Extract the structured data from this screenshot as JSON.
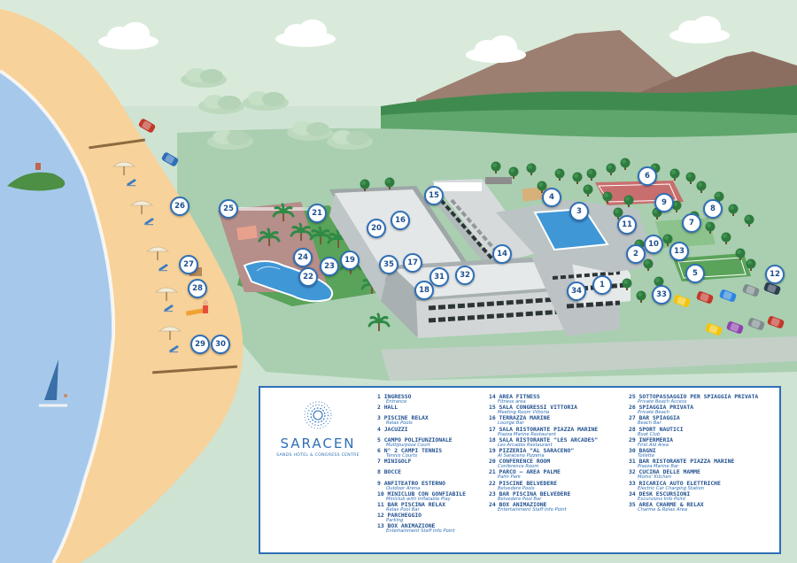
{
  "brand": {
    "name": "SARACEN",
    "subtitle": "SANDS HOTEL & CONGRESS CENTRE"
  },
  "colors": {
    "sea": "#a6c9eb",
    "sand": "#f7d29a",
    "grass": "#a9cfb0",
    "accent": "#2e6fb7",
    "mountain": "#9c7f70"
  },
  "pins": [
    "1",
    "2",
    "3",
    "4",
    "5",
    "6",
    "7",
    "8",
    "9",
    "10",
    "11",
    "12",
    "13",
    "14",
    "15",
    "16",
    "17",
    "18",
    "19",
    "20",
    "21",
    "22",
    "23",
    "24",
    "25",
    "26",
    "27",
    "28",
    "29",
    "30",
    "31",
    "32",
    "33",
    "34",
    "35"
  ],
  "legend": [
    [
      {
        "name": "1 INGRESSO",
        "sub": "Entrance"
      },
      {
        "name": "2 HALL",
        "sub": ""
      },
      {
        "name": "3 PISCINE RELAX",
        "sub": "Relax Pools"
      },
      {
        "name": "4 JACUZZI",
        "sub": ""
      },
      {
        "name": "5 CAMPO POLIFUNZIONALE",
        "sub": "Multipurpose Court"
      },
      {
        "name": "6 N° 2 CAMPI TENNIS",
        "sub": "Tennis Courts"
      },
      {
        "name": "7 MINIGOLF",
        "sub": ""
      },
      {
        "name": "8 BOCCE",
        "sub": ""
      },
      {
        "name": "9 ANFITEATRO ESTERNO",
        "sub": "Outdoor Arena"
      },
      {
        "name": "10 MINICLUB CON GONFIABILE",
        "sub": "Miniclub with Inflatable Play"
      },
      {
        "name": "11 BAR PISCINA RELAX",
        "sub": "Relax Pool Bar"
      },
      {
        "name": "12 PARCHEGGIO",
        "sub": "Parking"
      },
      {
        "name": "13 BOX ANIMAZIONE",
        "sub": "Entertainment Staff Info Point"
      }
    ],
    [
      {
        "name": "14 AREA FITNESS",
        "sub": "Fitness area"
      },
      {
        "name": "15 SALA CONGRESSI VITTORIA",
        "sub": "Meeting Room Vittoria"
      },
      {
        "name": "16 TERRAZZA MARINE",
        "sub": "Lounge Bar"
      },
      {
        "name": "17 SALA RISTORANTE PIAZZA MARINE",
        "sub": "Piazza Marine Restaurant"
      },
      {
        "name": "18 SALA RISTORANTE \"LES ARCADES\"",
        "sub": "Les Arcades Restaurant"
      },
      {
        "name": "19 PIZZERIA \"AL SARACENO\"",
        "sub": "Al Saraceno Pizzeria"
      },
      {
        "name": "20 CONFERENCE ROOM",
        "sub": "Conference Room"
      },
      {
        "name": "21 PARCO – AREA PALME",
        "sub": "Palm Park"
      },
      {
        "name": "22 PISCINE BELVEDERE",
        "sub": "Belvedere Pools"
      },
      {
        "name": "23 BAR PISCINA BELVEDERE",
        "sub": "Belvedere Pool Bar"
      },
      {
        "name": "24 BOX ANIMAZIONE",
        "sub": "Entertainment Staff Info Point"
      }
    ],
    [
      {
        "name": "25 SOTTOPASSAGGIO PER SPIAGGIA PRIVATA",
        "sub": "Private Beach Access"
      },
      {
        "name": "26 SPIAGGIA PRIVATA",
        "sub": "Private Beach"
      },
      {
        "name": "27 BAR SPIAGGIA",
        "sub": "Beach Bar"
      },
      {
        "name": "28 SPORT NAUTICI",
        "sub": "Boat Club"
      },
      {
        "name": "29 INFERMERIA",
        "sub": "First Aid Area"
      },
      {
        "name": "30 BAGNI",
        "sub": "Toilette"
      },
      {
        "name": "31 BAR RISTORANTE PIAZZA MARINE",
        "sub": "Piazza Marine Bar"
      },
      {
        "name": "32 CUCINA DELLE MAMME",
        "sub": "Moms' Kitchen"
      },
      {
        "name": "33 RICARICA AUTO ELETTRICHE",
        "sub": "Electric Car Charging Station"
      },
      {
        "name": "34 DESK ESCURSIONI",
        "sub": "Excursions Info Point"
      },
      {
        "name": "35 AREA CHARME & RELAX",
        "sub": "Charme & Relax Area"
      }
    ]
  ]
}
